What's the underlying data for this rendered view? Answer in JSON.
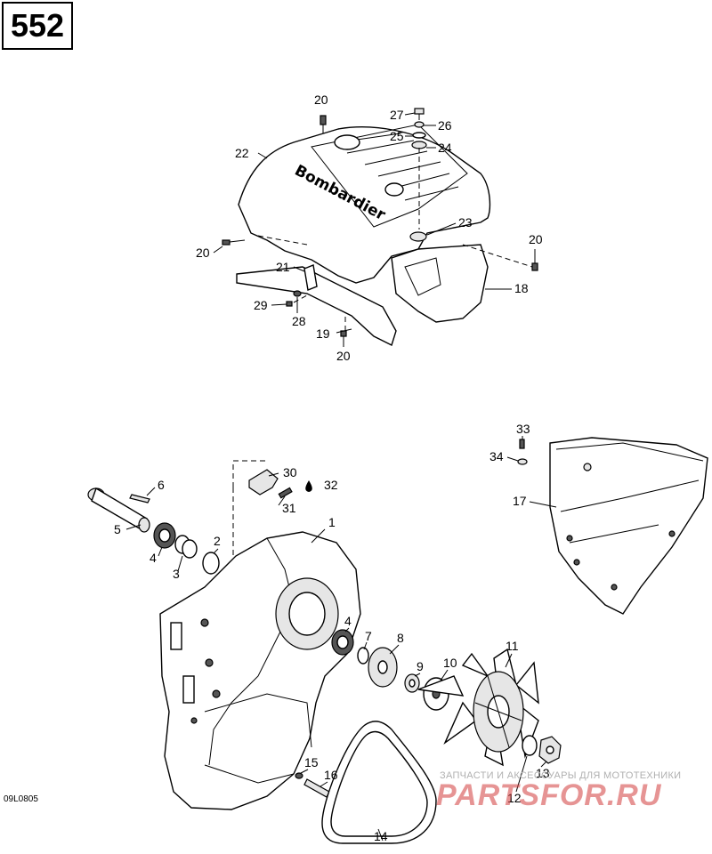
{
  "page_number": "552",
  "drawing_code": "09L0805",
  "cover_text": "Bombardier",
  "watermark": {
    "subtitle": "ЗАПЧАСТИ И АКСЕССУАРЫ ДЛЯ МОТОТЕХНИКИ",
    "brand": "PARTSFOR.RU"
  },
  "labels": {
    "l20a": "20",
    "l27": "27",
    "l26": "26",
    "l25": "25",
    "l24": "24",
    "l22": "22",
    "l23": "23",
    "l20b": "20",
    "l20c": "20",
    "l21": "21",
    "l18": "18",
    "l29": "29",
    "l28": "28",
    "l19": "19",
    "l20d": "20",
    "l33": "33",
    "l34": "34",
    "l17": "17",
    "l6": "6",
    "l30": "30",
    "l32": "32",
    "l31": "31",
    "l5": "5",
    "l1": "1",
    "l2": "2",
    "l4a": "4",
    "l3": "3",
    "l4b": "4",
    "l7": "7",
    "l8": "8",
    "l9": "9",
    "l10": "10",
    "l11": "11",
    "l15": "15",
    "l16": "16",
    "l13": "13",
    "l12": "12",
    "l14": "14"
  }
}
